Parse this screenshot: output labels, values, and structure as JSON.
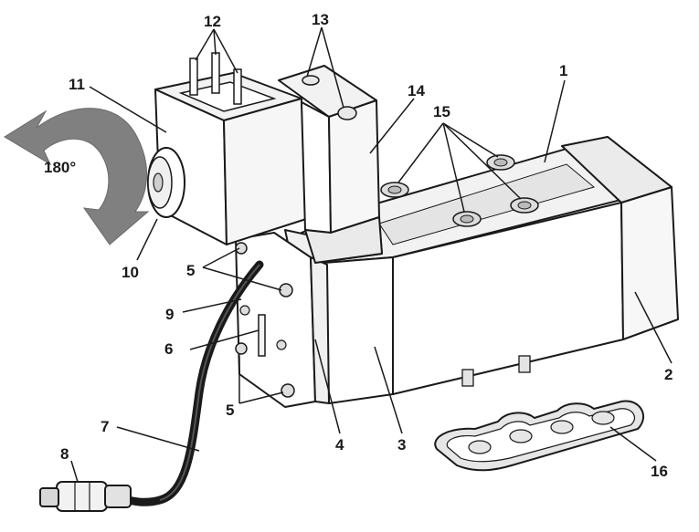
{
  "figure": {
    "labels": {
      "l1": "1",
      "l2": "2",
      "l3": "3",
      "l4": "4",
      "l5a": "5",
      "l5b": "5",
      "l6": "6",
      "l7": "7",
      "l8": "8",
      "l9": "9",
      "l10": "10",
      "l11": "11",
      "l12": "12",
      "l13": "13",
      "l14": "14",
      "l15": "15",
      "l16": "16"
    },
    "rotation_label": "180°"
  }
}
